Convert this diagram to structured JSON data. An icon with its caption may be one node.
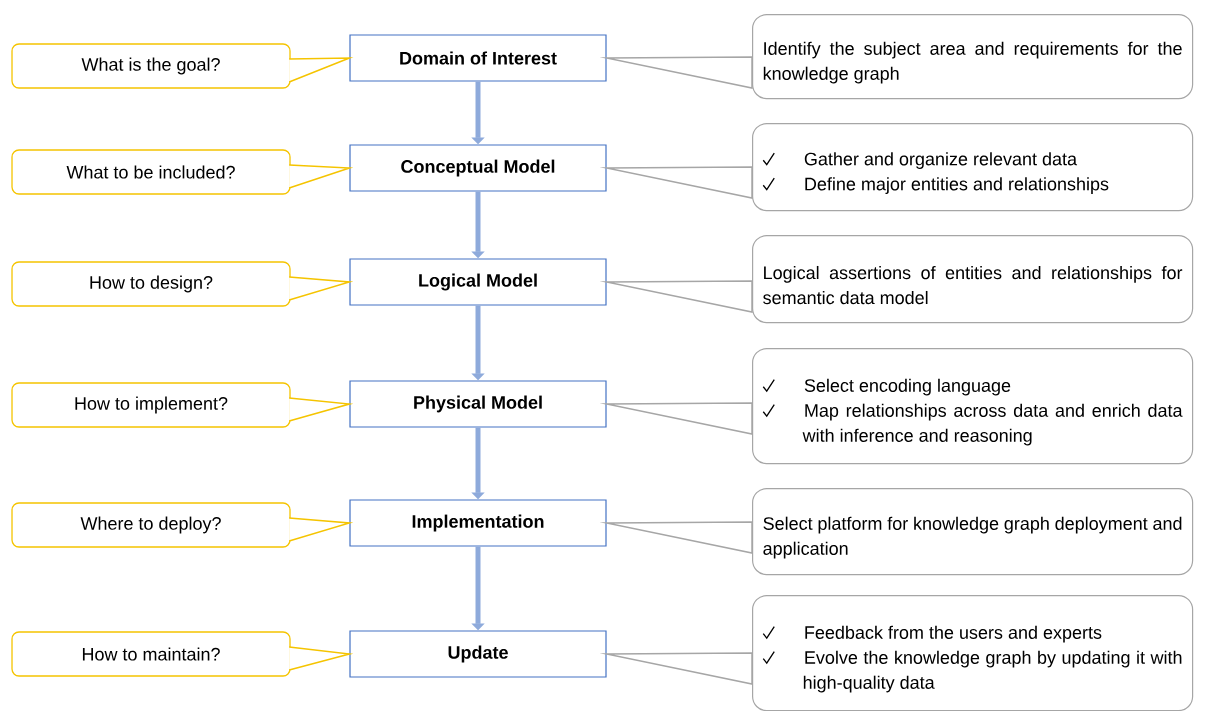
{
  "diagram": {
    "nodes": [
      {
        "text": [
          "What is the goal?"
        ]
      },
      {
        "text": [
          "Domain of Interest"
        ]
      },
      {
        "text": [
          "Identify the subject area and requirements for the knowledge graph"
        ]
      },
      {
        "text": [
          "What to be included?"
        ]
      },
      {
        "text": [
          "Conceptual Model"
        ]
      },
      {
        "text": [
          "Gather and organize relevant data",
          "Define major entities and relationships"
        ]
      },
      {
        "text": [
          "How to design?"
        ]
      },
      {
        "text": [
          "Logical Model"
        ]
      },
      {
        "text": [
          "Logical assertions of entities and relationships for semantic data model"
        ]
      },
      {
        "text": [
          "How to implement?"
        ]
      },
      {
        "text": [
          "Physical Model"
        ]
      },
      {
        "text": [
          "Select encoding language",
          "Map relationships across data and enrich data with inference and reasoning"
        ]
      },
      {
        "text": [
          "Where to deploy?"
        ]
      },
      {
        "text": [
          "Implementation"
        ]
      },
      {
        "text": [
          "Select platform for knowledge graph deployment and application"
        ]
      },
      {
        "text": [
          "How to maintain?"
        ]
      },
      {
        "text": [
          "Update"
        ]
      },
      {
        "text": [
          "Feedback from the users and experts",
          "Evolve the knowledge graph by updating it with high-quality data"
        ]
      }
    ],
    "edges": [
      {
        "from": 1,
        "to": 4,
        "arrow": "to",
        "style": "thick",
        "color": "#8eaadb"
      },
      {
        "from": 4,
        "to": 7,
        "arrow": "to",
        "style": "thick",
        "color": "#8eaadb"
      },
      {
        "from": 7,
        "to": 10,
        "arrow": "to",
        "style": "thick",
        "color": "#8eaadb"
      },
      {
        "from": 10,
        "to": 13,
        "arrow": "to",
        "style": "thick",
        "color": "#8eaadb"
      },
      {
        "from": 13,
        "to": 16,
        "arrow": "to",
        "style": "thick",
        "color": "#8eaadb"
      },
      {
        "from": 0,
        "to": 1,
        "arrow": "none",
        "color": "#f5c400"
      },
      {
        "from": 3,
        "to": 4,
        "arrow": "none",
        "color": "#f5c400"
      },
      {
        "from": 6,
        "to": 7,
        "arrow": "none",
        "color": "#f5c400"
      },
      {
        "from": 9,
        "to": 10,
        "arrow": "none",
        "color": "#f5c400"
      },
      {
        "from": 12,
        "to": 13,
        "arrow": "none",
        "color": "#f5c400"
      },
      {
        "from": 15,
        "to": 16,
        "arrow": "none",
        "color": "#f5c400"
      },
      {
        "from": 2,
        "to": 1,
        "arrow": "none",
        "color": "#a6a6a6"
      },
      {
        "from": 5,
        "to": 4,
        "arrow": "none",
        "color": "#a6a6a6"
      },
      {
        "from": 8,
        "to": 7,
        "arrow": "none",
        "color": "#a6a6a6"
      },
      {
        "from": 11,
        "to": 10,
        "arrow": "none",
        "color": "#a6a6a6"
      },
      {
        "from": 14,
        "to": 13,
        "arrow": "none",
        "color": "#a6a6a6"
      },
      {
        "from": 17,
        "to": 16,
        "arrow": "none",
        "color": "#a6a6a6"
      }
    ]
  }
}
